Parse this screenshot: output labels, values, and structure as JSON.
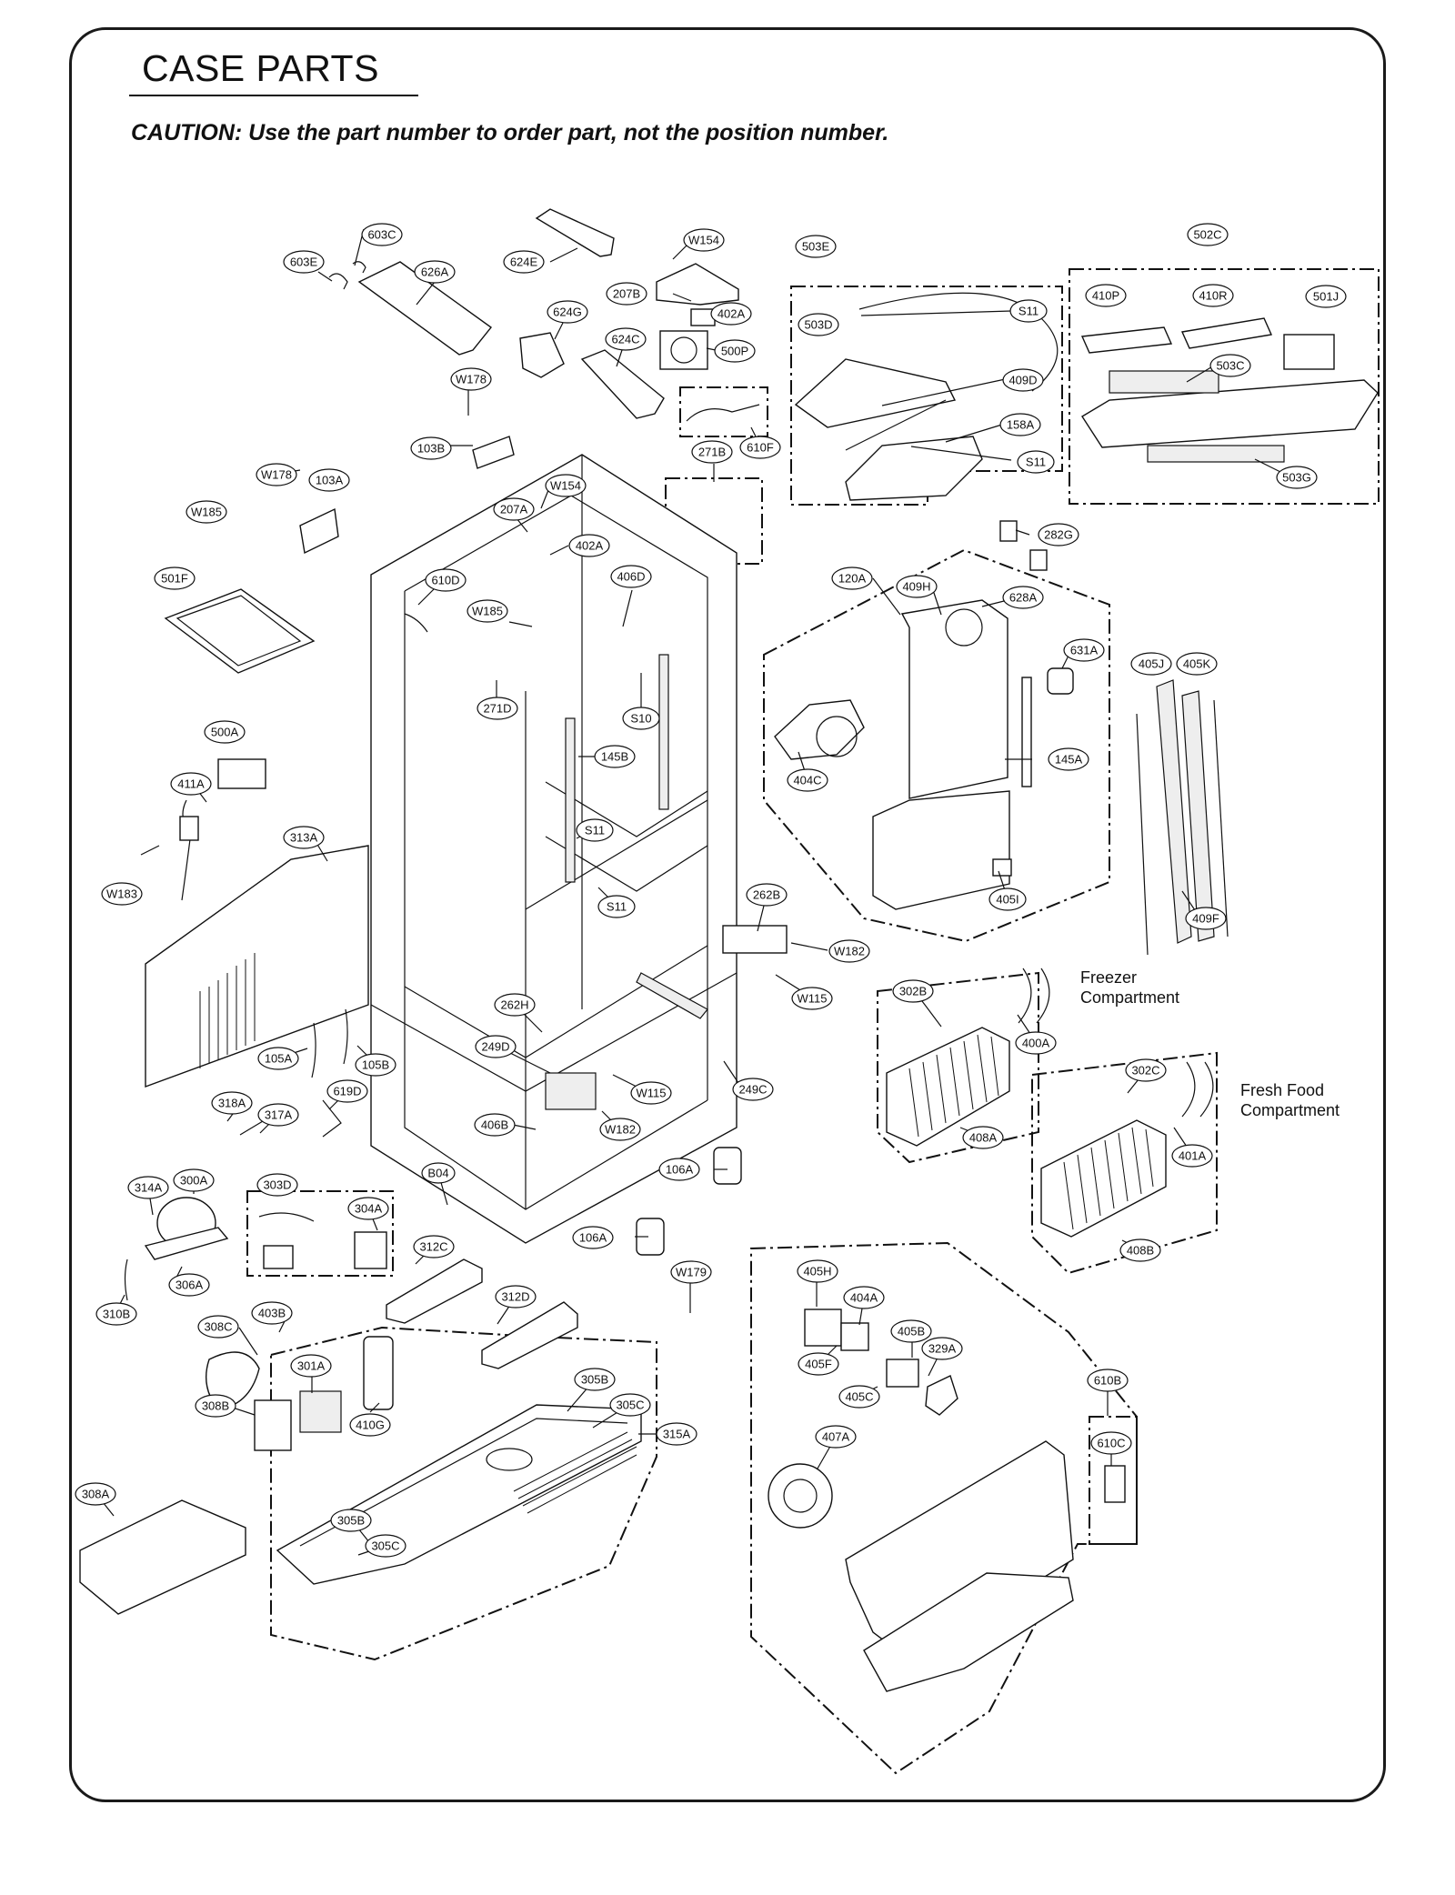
{
  "header": {
    "title": "CASE PARTS",
    "caution": "CAUTION: Use the part number to order part, not the position number."
  },
  "annotations": {
    "freezer_line1": "Freezer",
    "freezer_line2": "Compartment",
    "fresh_line1": "Fresh Food",
    "fresh_line2": "Compartment"
  },
  "callouts": [
    {
      "id": "c1",
      "label": "603C"
    },
    {
      "id": "c2",
      "label": "603E"
    },
    {
      "id": "c3",
      "label": "626A"
    },
    {
      "id": "c4",
      "label": "624E"
    },
    {
      "id": "c5",
      "label": "W154"
    },
    {
      "id": "c6",
      "label": "207B"
    },
    {
      "id": "c7",
      "label": "402A"
    },
    {
      "id": "c8",
      "label": "624G"
    },
    {
      "id": "c9",
      "label": "624C"
    },
    {
      "id": "c10",
      "label": "500P"
    },
    {
      "id": "c11",
      "label": "W178"
    },
    {
      "id": "c12",
      "label": "103B"
    },
    {
      "id": "c13",
      "label": "610F"
    },
    {
      "id": "c14",
      "label": "503E"
    },
    {
      "id": "c15",
      "label": "503D"
    },
    {
      "id": "c16",
      "label": "S11"
    },
    {
      "id": "c17",
      "label": "409D"
    },
    {
      "id": "c18",
      "label": "158A"
    },
    {
      "id": "c19",
      "label": "S11"
    },
    {
      "id": "c20",
      "label": "502C"
    },
    {
      "id": "c21",
      "label": "410P"
    },
    {
      "id": "c22",
      "label": "410R"
    },
    {
      "id": "c23",
      "label": "501J"
    },
    {
      "id": "c24",
      "label": "503C"
    },
    {
      "id": "c25",
      "label": "503G"
    },
    {
      "id": "c26",
      "label": "W178"
    },
    {
      "id": "c27",
      "label": "103A"
    },
    {
      "id": "c28",
      "label": "W185"
    },
    {
      "id": "c29",
      "label": "501F"
    },
    {
      "id": "c30",
      "label": "W154"
    },
    {
      "id": "c31",
      "label": "207A"
    },
    {
      "id": "c32",
      "label": "402A"
    },
    {
      "id": "c33",
      "label": "610D"
    },
    {
      "id": "c34",
      "label": "W185"
    },
    {
      "id": "c35",
      "label": "406D"
    },
    {
      "id": "c36",
      "label": "271B"
    },
    {
      "id": "c37",
      "label": "282G"
    },
    {
      "id": "c38",
      "label": "120A"
    },
    {
      "id": "c39",
      "label": "409H"
    },
    {
      "id": "c40",
      "label": "628A"
    },
    {
      "id": "c41",
      "label": "631A"
    },
    {
      "id": "c42",
      "label": "405J"
    },
    {
      "id": "c43",
      "label": "405K"
    },
    {
      "id": "c44",
      "label": "271D"
    },
    {
      "id": "c45",
      "label": "S10"
    },
    {
      "id": "c46",
      "label": "145B"
    },
    {
      "id": "c47",
      "label": "500A"
    },
    {
      "id": "c48",
      "label": "411A"
    },
    {
      "id": "c49",
      "label": "404C"
    },
    {
      "id": "c50",
      "label": "145A"
    },
    {
      "id": "c51",
      "label": "313A"
    },
    {
      "id": "c52",
      "label": "S11"
    },
    {
      "id": "c53",
      "label": "W183"
    },
    {
      "id": "c54",
      "label": "S11"
    },
    {
      "id": "c55",
      "label": "262B"
    },
    {
      "id": "c56",
      "label": "405I"
    },
    {
      "id": "c57",
      "label": "409F"
    },
    {
      "id": "c58",
      "label": "W182"
    },
    {
      "id": "c59",
      "label": "W115"
    },
    {
      "id": "c60",
      "label": "302B"
    },
    {
      "id": "c61",
      "label": "262H"
    },
    {
      "id": "c62",
      "label": "249D"
    },
    {
      "id": "c63",
      "label": "105A"
    },
    {
      "id": "c64",
      "label": "105B"
    },
    {
      "id": "c65",
      "label": "400A"
    },
    {
      "id": "c66",
      "label": "302C"
    },
    {
      "id": "c67",
      "label": "W115"
    },
    {
      "id": "c68",
      "label": "249C"
    },
    {
      "id": "c69",
      "label": "619D"
    },
    {
      "id": "c70",
      "label": "318A"
    },
    {
      "id": "c71",
      "label": "317A"
    },
    {
      "id": "c72",
      "label": "406B"
    },
    {
      "id": "c73",
      "label": "W182"
    },
    {
      "id": "c74",
      "label": "408A"
    },
    {
      "id": "c75",
      "label": "401A"
    },
    {
      "id": "c76",
      "label": "106A"
    },
    {
      "id": "c77",
      "label": "B04"
    },
    {
      "id": "c78",
      "label": "314A"
    },
    {
      "id": "c79",
      "label": "300A"
    },
    {
      "id": "c80",
      "label": "303D"
    },
    {
      "id": "c81",
      "label": "304A"
    },
    {
      "id": "c82",
      "label": "106A"
    },
    {
      "id": "c83",
      "label": "312C"
    },
    {
      "id": "c84",
      "label": "408B"
    },
    {
      "id": "c85",
      "label": "306A"
    },
    {
      "id": "c86",
      "label": "W179"
    },
    {
      "id": "c87",
      "label": "405H"
    },
    {
      "id": "c88",
      "label": "310B"
    },
    {
      "id": "c89",
      "label": "312D"
    },
    {
      "id": "c90",
      "label": "404A"
    },
    {
      "id": "c91",
      "label": "308C"
    },
    {
      "id": "c92",
      "label": "403B"
    },
    {
      "id": "c93",
      "label": "405B"
    },
    {
      "id": "c94",
      "label": "329A"
    },
    {
      "id": "c95",
      "label": "405F"
    },
    {
      "id": "c96",
      "label": "301A"
    },
    {
      "id": "c97",
      "label": "305B"
    },
    {
      "id": "c98",
      "label": "405C"
    },
    {
      "id": "c99",
      "label": "610B"
    },
    {
      "id": "c100",
      "label": "308B"
    },
    {
      "id": "c101",
      "label": "305C"
    },
    {
      "id": "c102",
      "label": "410G"
    },
    {
      "id": "c103",
      "label": "315A"
    },
    {
      "id": "c104",
      "label": "407A"
    },
    {
      "id": "c105",
      "label": "610C"
    },
    {
      "id": "c106",
      "label": "308A"
    },
    {
      "id": "c107",
      "label": "305B"
    },
    {
      "id": "c108",
      "label": "305C"
    }
  ]
}
